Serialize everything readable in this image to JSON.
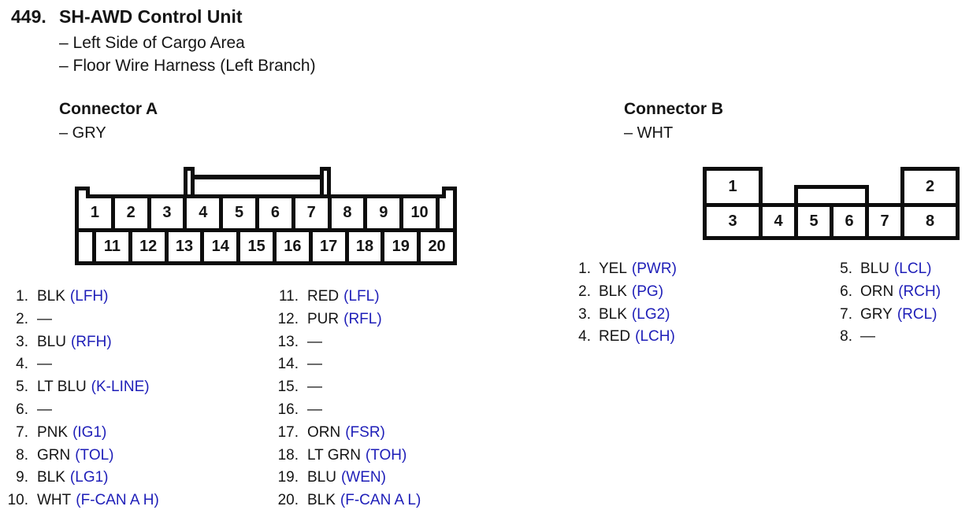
{
  "page": {
    "item_number": "449.",
    "title": "SH-AWD Control Unit",
    "location_line1": "– Left Side of Cargo Area",
    "location_line2": "– Floor Wire Harness (Left Branch)"
  },
  "colors": {
    "signal_blue": "#1e1eb8",
    "ink_black": "#151515"
  },
  "connector_a": {
    "title": "Connector A",
    "housing_color": "– GRY",
    "cells_top": [
      "1",
      "2",
      "3",
      "4",
      "5",
      "6",
      "7",
      "8",
      "9",
      "10"
    ],
    "cells_bottom": [
      "11",
      "12",
      "13",
      "14",
      "15",
      "16",
      "17",
      "18",
      "19",
      "20"
    ],
    "pins_col1": [
      {
        "n": "1.",
        "wire": "BLK",
        "signal": "(LFH)"
      },
      {
        "n": "2.",
        "wire": "—",
        "signal": ""
      },
      {
        "n": "3.",
        "wire": "BLU",
        "signal": "(RFH)"
      },
      {
        "n": "4.",
        "wire": "—",
        "signal": ""
      },
      {
        "n": "5.",
        "wire": "LT BLU",
        "signal": "(K-LINE)"
      },
      {
        "n": "6.",
        "wire": "—",
        "signal": ""
      },
      {
        "n": "7.",
        "wire": "PNK",
        "signal": "(IG1)"
      },
      {
        "n": "8.",
        "wire": "GRN",
        "signal": "(TOL)"
      },
      {
        "n": "9.",
        "wire": "BLK",
        "signal": "(LG1)"
      },
      {
        "n": "10.",
        "wire": "WHT",
        "signal": "(F-CAN A H)"
      }
    ],
    "pins_col2": [
      {
        "n": "11.",
        "wire": "RED",
        "signal": "(LFL)"
      },
      {
        "n": "12.",
        "wire": "PUR",
        "signal": "(RFL)"
      },
      {
        "n": "13.",
        "wire": "—",
        "signal": ""
      },
      {
        "n": "14.",
        "wire": "—",
        "signal": ""
      },
      {
        "n": "15.",
        "wire": "—",
        "signal": ""
      },
      {
        "n": "16.",
        "wire": "—",
        "signal": ""
      },
      {
        "n": "17.",
        "wire": "ORN",
        "signal": "(FSR)"
      },
      {
        "n": "18.",
        "wire": "LT GRN",
        "signal": "(TOH)"
      },
      {
        "n": "19.",
        "wire": "BLU",
        "signal": "(WEN)"
      },
      {
        "n": "20.",
        "wire": "BLK",
        "signal": "(F-CAN A L)"
      }
    ]
  },
  "connector_b": {
    "title": "Connector B",
    "housing_color": "– WHT",
    "cells_top": [
      "1",
      "2"
    ],
    "cells_bottom": [
      "3",
      "4",
      "5",
      "6",
      "7",
      "8"
    ],
    "pins_col1": [
      {
        "n": "1.",
        "wire": "YEL",
        "signal": "(PWR)"
      },
      {
        "n": "2.",
        "wire": "BLK",
        "signal": "(PG)"
      },
      {
        "n": "3.",
        "wire": "BLK",
        "signal": "(LG2)"
      },
      {
        "n": "4.",
        "wire": "RED",
        "signal": "(LCH)"
      }
    ],
    "pins_col2": [
      {
        "n": "5.",
        "wire": "BLU",
        "signal": "(LCL)"
      },
      {
        "n": "6.",
        "wire": "ORN",
        "signal": "(RCH)"
      },
      {
        "n": "7.",
        "wire": "GRY",
        "signal": "(RCL)"
      },
      {
        "n": "8.",
        "wire": "—",
        "signal": ""
      }
    ]
  }
}
